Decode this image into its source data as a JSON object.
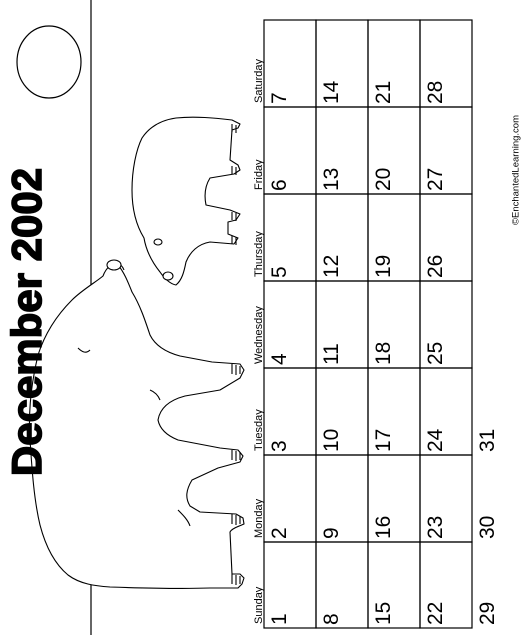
{
  "title": "December 2002",
  "credit": "©EnchantedLearning.com",
  "weekdays": [
    "Sunday",
    "Monday",
    "Tuesday",
    "Wednesday",
    "Thursday",
    "Friday",
    "Saturday"
  ],
  "weeks": [
    [
      "1",
      "2",
      "3",
      "4",
      "5",
      "6",
      "7"
    ],
    [
      "8",
      "9",
      "10",
      "11",
      "12",
      "13",
      "14"
    ],
    [
      "15",
      "16",
      "17",
      "18",
      "19",
      "20",
      "21"
    ],
    [
      "22",
      "23",
      "24",
      "25",
      "26",
      "27",
      "28"
    ],
    [
      "29",
      "30",
      "31"
    ]
  ],
  "colors": {
    "ink": "#000000",
    "paper": "#ffffff"
  },
  "illustration": [
    "polar-bear-adult",
    "polar-bear-cub",
    "sun",
    "horizon-line"
  ]
}
